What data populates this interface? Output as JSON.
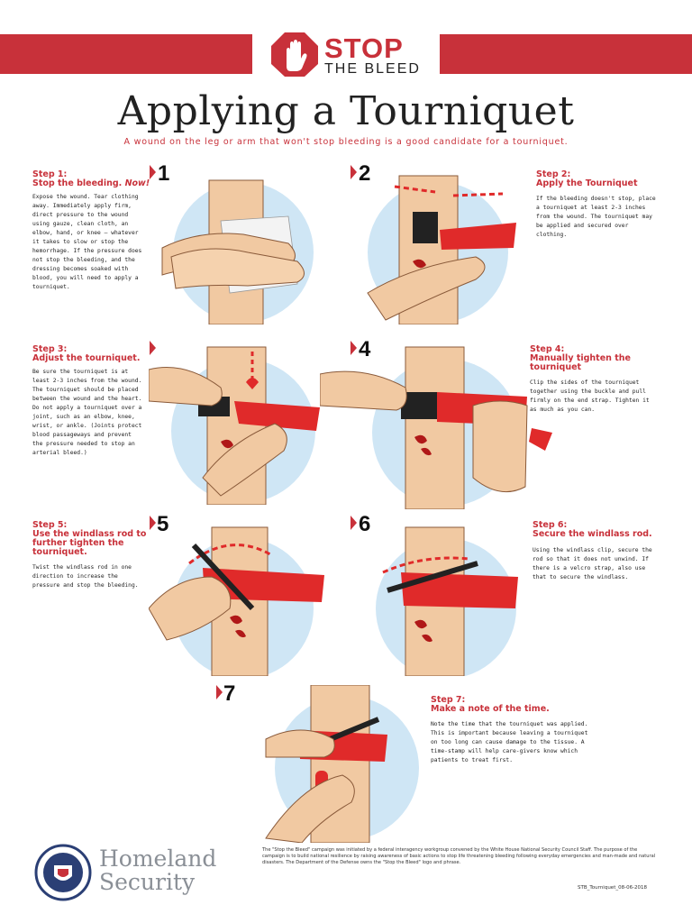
{
  "header": {
    "logo_stop": "STOP",
    "logo_bleed": "THE BLEED",
    "title": "Applying a Tourniquet",
    "subtitle": "A wound on the leg or arm that won't stop bleeding is a good candidate for a tourniquet."
  },
  "colors": {
    "accent": "#c8313a",
    "skin": "#f1c9a2",
    "circle": "#cfe6f5",
    "strap": "#e02a2a"
  },
  "steps": [
    {
      "number": "1",
      "heading_l1": "Step 1:",
      "heading_l2a": "Stop the bleeding. ",
      "heading_l2b": "Now!",
      "body": "Expose the wound.  Tear clothing away.  Immediately apply firm, direct pressure to the wound using gauze, clean cloth, an elbow, hand, or knee — whatever it takes to slow or stop the hemorrhage.  If the pressure does not stop the bleeding, and the dressing becomes soaked with blood, you will need to apply a tourniquet."
    },
    {
      "number": "2",
      "heading_l1": "Step 2:",
      "heading_l2": "Apply the Tourniquet",
      "body": "If the bleeding doesn't stop, place a tourniquet at least 2-3 inches from the wound. The tourniquet may be applied and secured over clothing."
    },
    {
      "number": "",
      "heading_l1": "Step 3:",
      "heading_l2": "Adjust the tourniquet.",
      "body": "Be sure the tourniquet is at least 2-3 inches from the wound. The tourniquet should be placed between the wound and the heart.  Do not apply a tourniquet over a joint, such as an elbow, knee, wrist, or ankle.  (Joints protect blood passageways and prevent the pressure needed to stop an arterial bleed.)"
    },
    {
      "number": "4",
      "heading_l1": "Step 4:",
      "heading_l2": "Manually tighten the",
      "heading_l3": "tourniquet",
      "body": "Clip the sides of the tourniquet together using the buckle and pull firmly on the end strap.  Tighten it as much as you can."
    },
    {
      "number": "5",
      "heading_l1": "Step 5:",
      "heading_l2": "Use the windlass rod to",
      "heading_l3": "further tighten the",
      "heading_l4": "tourniquet.",
      "body": "Twist the windlass rod in one direction to increase the pressure and stop the bleeding."
    },
    {
      "number": "6",
      "heading_l1": "Step 6:",
      "heading_l2": "Secure the windlass rod.",
      "body": "Using the windlass clip, secure the rod so that it does not unwind.  If there is a velcro strap, also use that to secure the windlass."
    },
    {
      "number": "7",
      "heading_l1": "Step 7:",
      "heading_l2": "Make a note of the time.",
      "body": "Note the time that the tourniquet was applied. This is important because leaving a tourniquet on too long can cause damage to the tissue. A time-stamp will help care-givers know which patients to treat first."
    }
  ],
  "footer": {
    "agency_line1": "Homeland",
    "agency_line2": "Security",
    "note": "The \"Stop the Bleed\" campaign was initiated by a federal interagency workgroup convened by the White House National Security Council Staff. The purpose of the campaign is to build national resilience by raising awareness of basic actions to stop life threatening bleeding following everyday emergencies and man-made and natural disasters. The Department of the Defense owns the \"Stop the Bleed\" logo and phrase.",
    "file_stamp": "STB_Tourniquet_08-06-2018",
    "seal_icon": "dhs-seal-icon"
  }
}
